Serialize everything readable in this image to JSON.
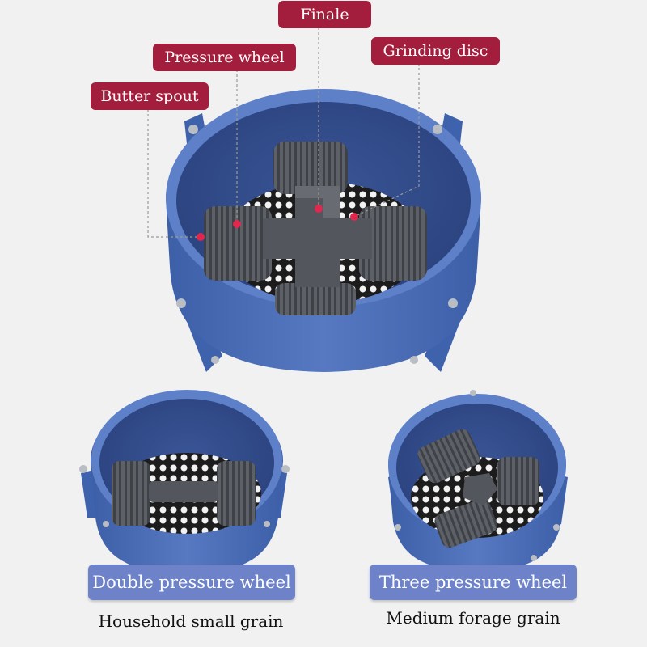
{
  "labels": {
    "finale": "Finale",
    "pressure_wheel": "Pressure wheel",
    "grinding_disc": "Grinding disc",
    "butter_spout": "Butter spout"
  },
  "variants": [
    {
      "name": "Double pressure wheel",
      "caption": "Household small grain"
    },
    {
      "name": "Three pressure wheel",
      "caption": "Medium forage grain"
    }
  ],
  "colors": {
    "label_bg": "#a21e3c",
    "body_blue": "#4e6fb6",
    "pill_blue": "#6d82c8",
    "roller_gray": "#55585d",
    "marker_red": "#e0284f"
  }
}
